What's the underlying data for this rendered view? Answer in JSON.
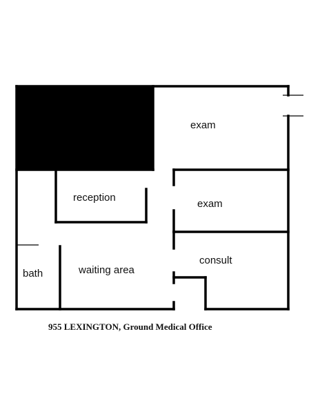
{
  "rooms": {
    "exam_top": "exam",
    "exam_middle": "exam",
    "reception": "reception",
    "consult": "consult",
    "bath": "bath",
    "waiting": "waiting area"
  },
  "caption": "955 LEXINGTON, Ground Medical Office",
  "colors": {
    "wall": "#000000",
    "blocked_area": "#000000",
    "background": "#ffffff"
  }
}
